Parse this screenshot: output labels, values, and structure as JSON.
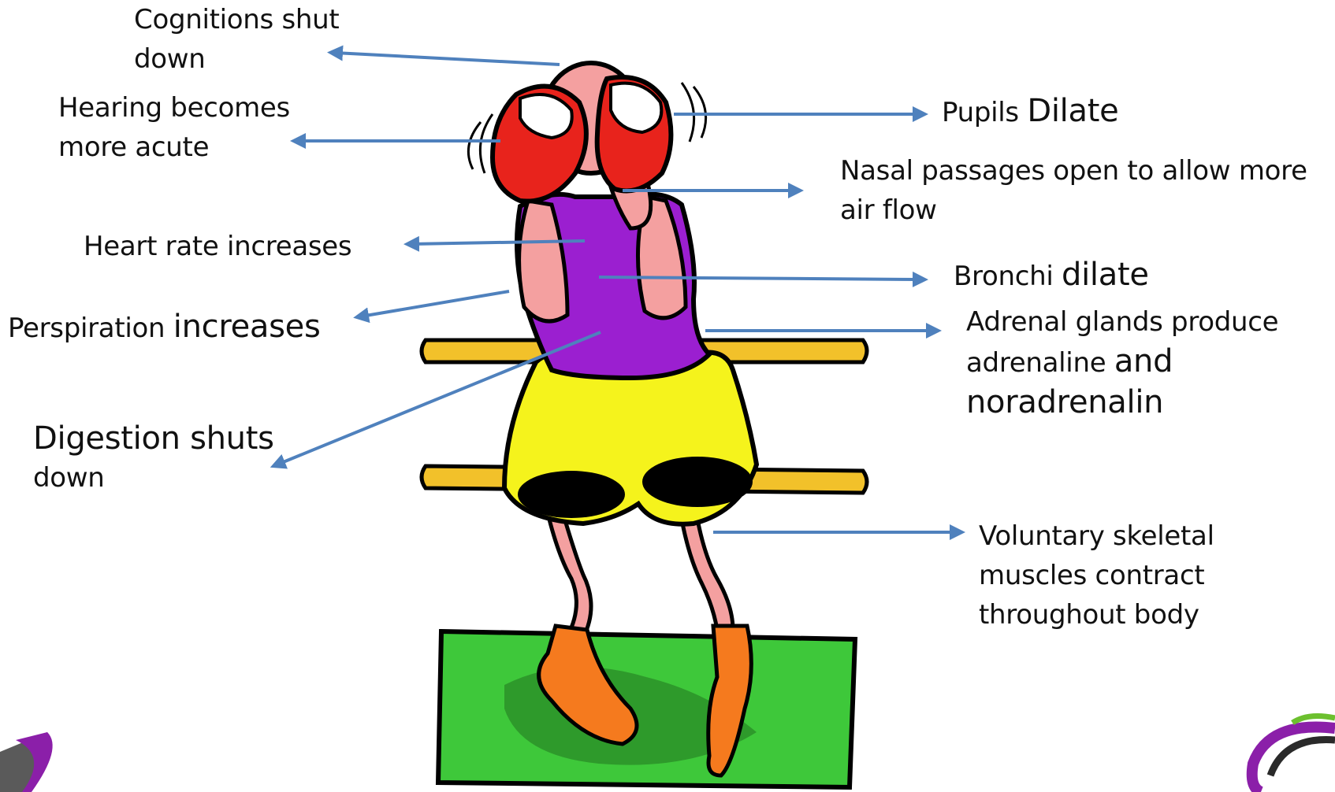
{
  "labels": {
    "cognitions": {
      "line1": "Cognitions shut",
      "line2": "down"
    },
    "hearing": {
      "line1": "Hearing becomes",
      "line2": "more acute"
    },
    "heart": {
      "text": "Heart rate increases"
    },
    "perspiration": {
      "part1": "Perspiration ",
      "part2": "increases"
    },
    "digestion": {
      "line1": "Digestion shuts",
      "line2": "down"
    },
    "pupils": {
      "part1": "Pupils ",
      "part2": "Dilate"
    },
    "nasal": {
      "line1": "Nasal passages open to allow more",
      "line2": "air flow"
    },
    "bronchi": {
      "part1": "Bronchi ",
      "part2": "dilate"
    },
    "adrenal": {
      "line1": "Adrenal glands produce",
      "line2a": "adrenaline ",
      "line2b": "and",
      "line3": "noradrenalin"
    },
    "muscles": {
      "line1": "Voluntary skeletal",
      "line2": "muscles contract",
      "line3": "throughout body"
    }
  },
  "colors": {
    "arrow": "#4f81bd",
    "skin": "#f4a0a0",
    "glove": "#e8231c",
    "shirt": "#9b1fd0",
    "shorts": "#f5f31c",
    "rope": "#f2c12a",
    "mat": "#3ec83a",
    "shoe": "#f57a1e"
  }
}
